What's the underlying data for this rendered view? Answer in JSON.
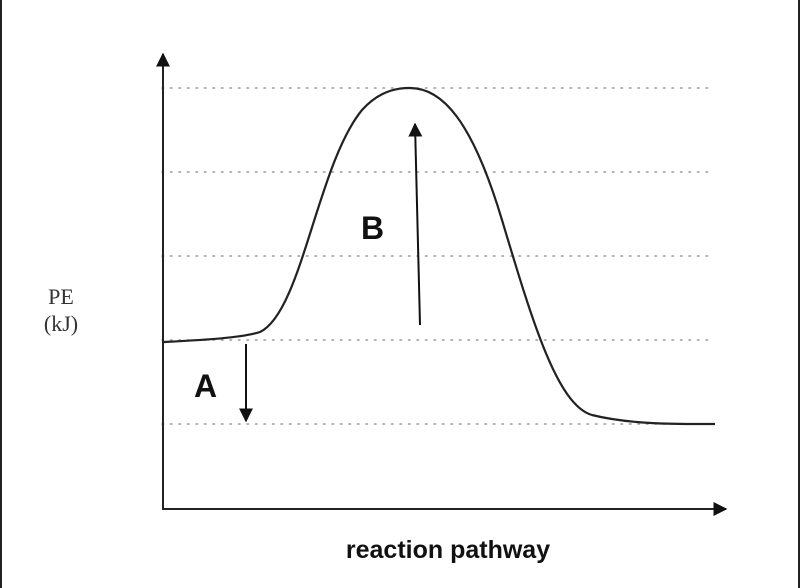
{
  "y_axis": {
    "line1": "PE",
    "line2": "(kJ)"
  },
  "x_axis": {
    "label": "reaction pathway"
  },
  "markers": {
    "a": "A",
    "b": "B"
  }
}
